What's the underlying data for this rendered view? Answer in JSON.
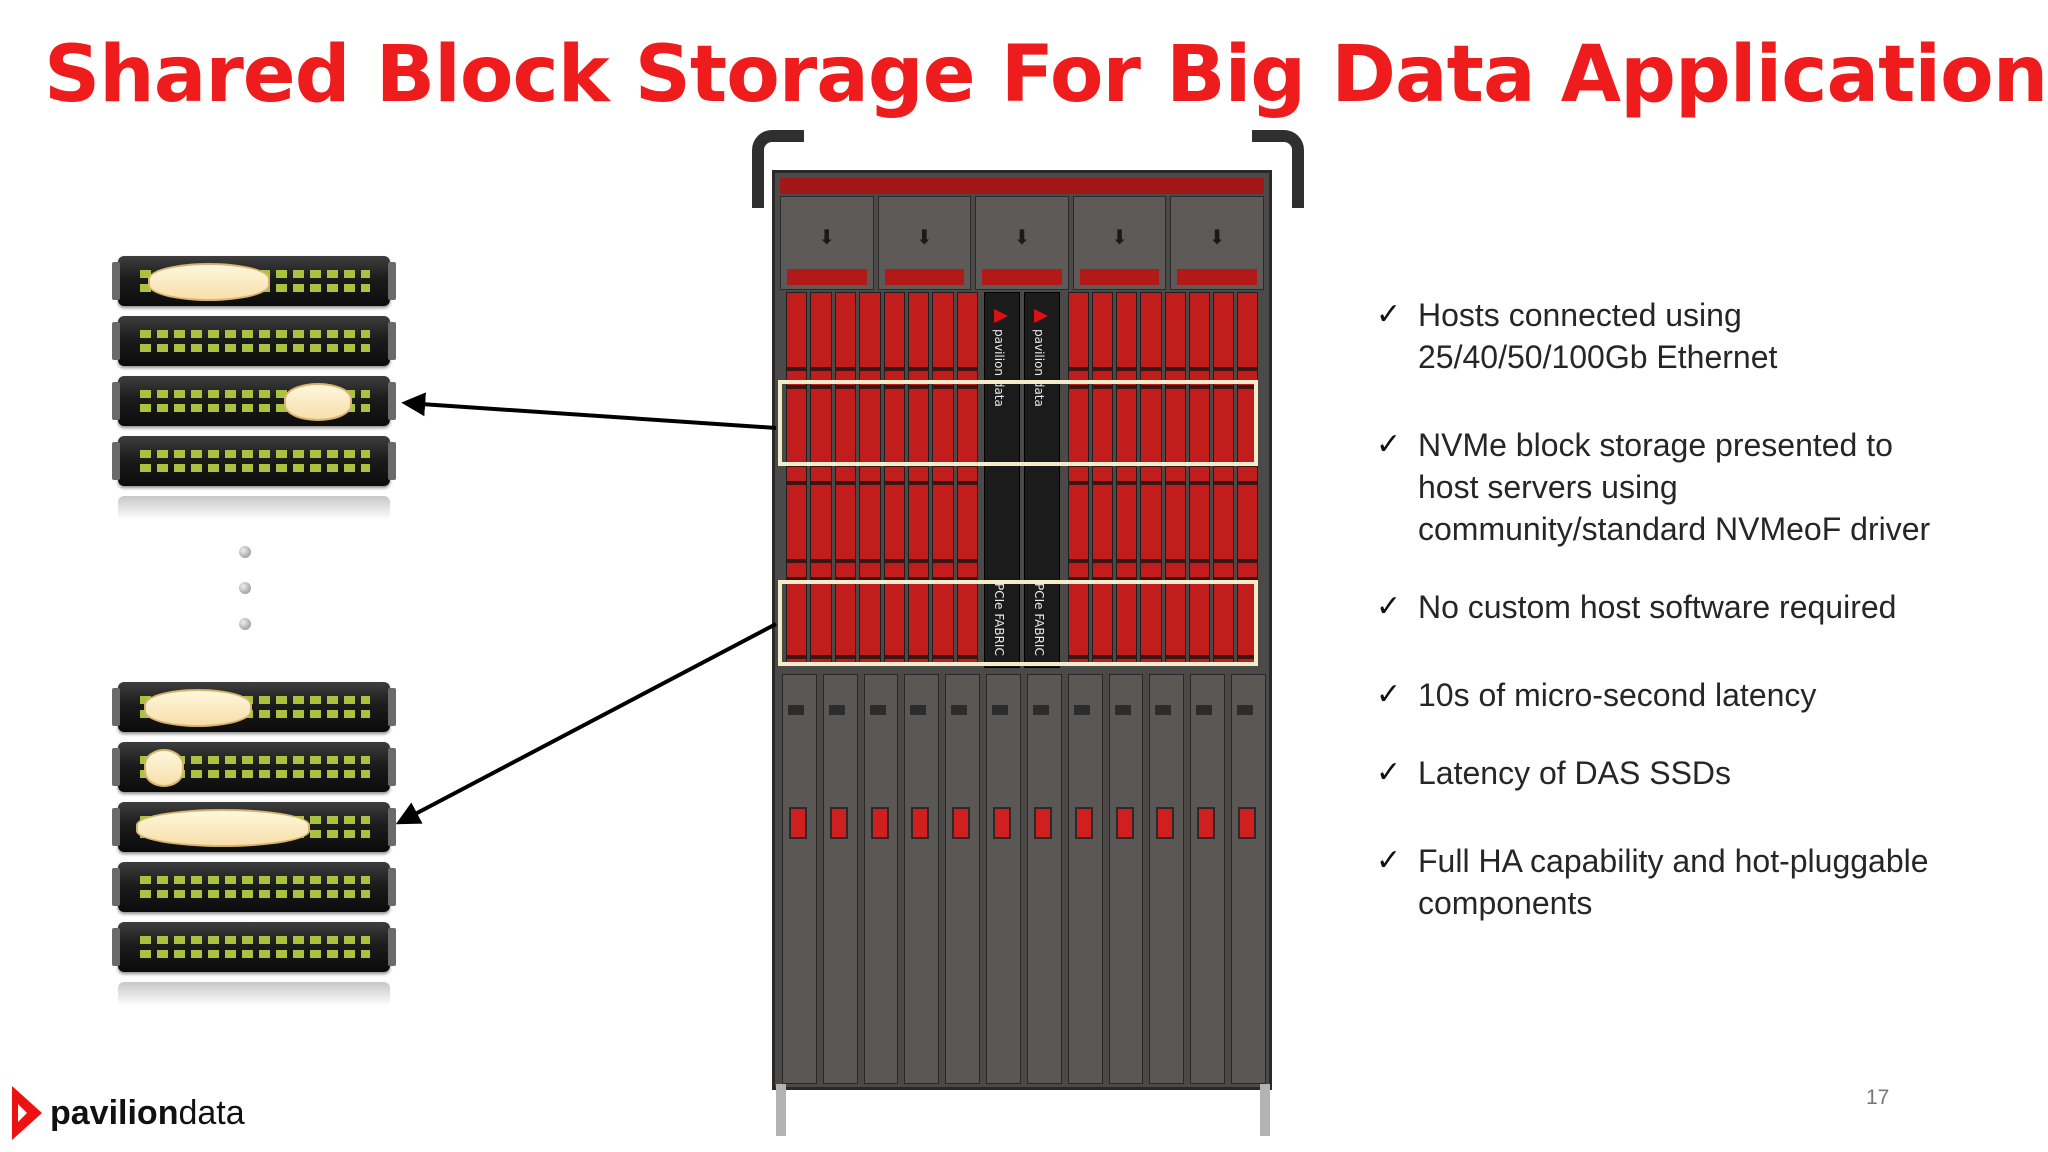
{
  "slide": {
    "title": "Shared Block Storage For Big Data Applications",
    "page_number": "17",
    "logo": {
      "bold": "pavilion",
      "light": "data"
    }
  },
  "chassis": {
    "controller_labels": [
      "PCIe FABRIC",
      "PCIe FABRIC"
    ],
    "controller_brand": [
      "pavilion data",
      "pavilion data"
    ]
  },
  "bullets": [
    {
      "icon": "check-icon",
      "text": "Hosts connected using\n25/40/50/100Gb Ethernet"
    },
    {
      "icon": "check-icon",
      "text": "NVMe block storage presented to\nhost servers using\ncommunity/standard NVMeoF driver"
    },
    {
      "icon": "check-icon",
      "text": "No custom host software required"
    },
    {
      "icon": "check-icon",
      "text": "10s of micro-second latency"
    },
    {
      "icon": "check-icon",
      "text": "Latency of DAS SSDs"
    },
    {
      "icon": "check-icon",
      "text": "Full HA capability and hot-pluggable\ncomponents"
    }
  ],
  "colors": {
    "title": "#ee1c1c",
    "accent_red": "#c21d1d",
    "highlight_box": "#f3ecc9"
  }
}
